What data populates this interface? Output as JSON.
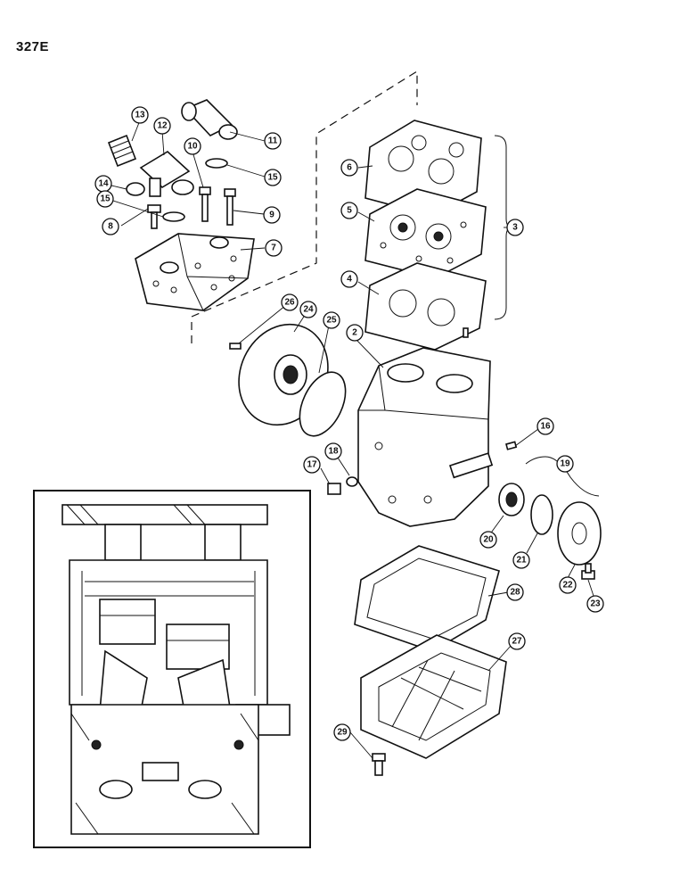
{
  "page_code": "327E",
  "callouts": {
    "c2": "2",
    "c3": "3",
    "c4": "4",
    "c5": "5",
    "c6": "6",
    "c7": "7",
    "c8": "8",
    "c9": "9",
    "c10": "10",
    "c11": "11",
    "c12": "12",
    "c13": "13",
    "c14": "14",
    "c15a": "15",
    "c15b": "15",
    "c16": "16",
    "c17": "17",
    "c18": "18",
    "c19": "19",
    "c20": "20",
    "c21": "21",
    "c22": "22",
    "c23": "23",
    "c24": "24",
    "c25": "25",
    "c26": "26",
    "c27": "27",
    "c28": "28",
    "c29": "29"
  }
}
